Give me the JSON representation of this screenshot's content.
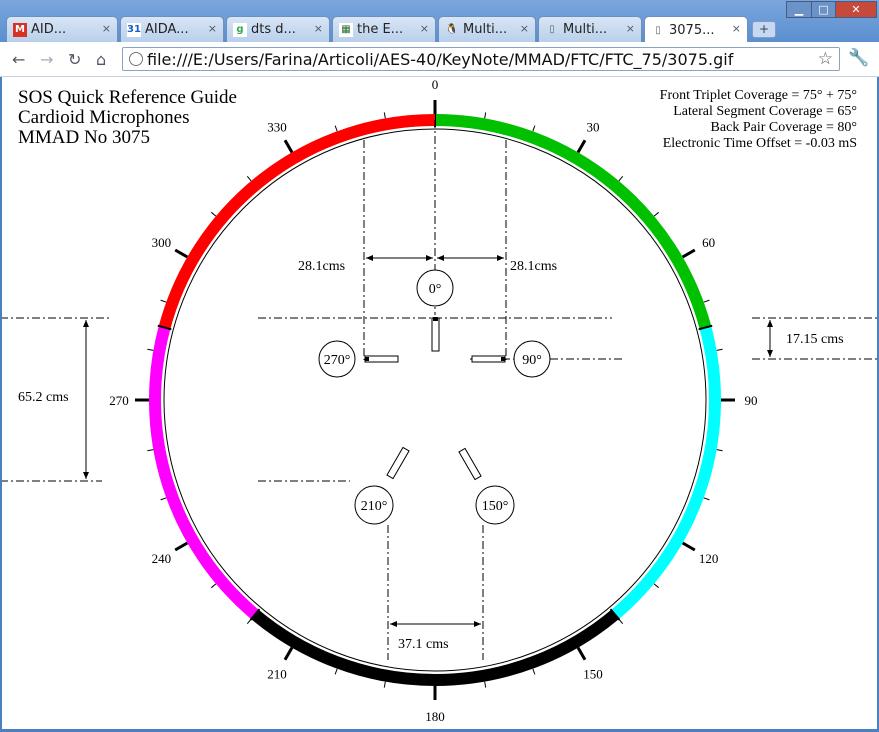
{
  "browser": {
    "tabs": [
      {
        "label": "AID...",
        "icon": "gmail-icon",
        "active": false
      },
      {
        "label": "AIDA...",
        "icon": "calendar-icon",
        "active": false
      },
      {
        "label": "dts d...",
        "icon": "google-icon",
        "active": false
      },
      {
        "label": "the E...",
        "icon": "grid-icon",
        "active": false
      },
      {
        "label": "Multi...",
        "icon": "linux-icon",
        "active": false
      },
      {
        "label": "Multi...",
        "icon": "page-icon",
        "active": false
      },
      {
        "label": "3075...",
        "icon": "page-icon",
        "active": true
      }
    ],
    "newtab_label": "+",
    "close_glyph": "×",
    "url": "file:///E:/Users/Farina/Articoli/AES-40/KeyNote/MMAD/FTC/FTC_75/3075.gif",
    "window_buttons": {
      "minimize": "▁",
      "maximize": "□",
      "close": "✕"
    },
    "nav": {
      "back": "←",
      "forward": "→",
      "reload": "↻",
      "home": "⌂",
      "star": "☆",
      "wrench": "🔧"
    }
  },
  "guide": {
    "title_lines": [
      "SOS Quick Reference Guide",
      "Cardioid Microphones",
      "MMAD No 3075"
    ],
    "info_lines": [
      "Front Triplet Coverage = 75° + 75°",
      "Lateral Segment Coverage = 65°",
      "Back Pair Coverage = 80°",
      "Electronic Time Offset = -0.03 mS"
    ],
    "angle_labels": [
      "0",
      "30",
      "60",
      "90",
      "120",
      "150",
      "180",
      "210",
      "240",
      "270",
      "300",
      "330"
    ],
    "segments": [
      {
        "from": 0,
        "to": 75,
        "color": "#00c000"
      },
      {
        "from": 75,
        "to": 140,
        "color": "#00ffff"
      },
      {
        "from": 140,
        "to": 220,
        "color": "#000000"
      },
      {
        "from": 220,
        "to": 285,
        "color": "#ff00ff"
      },
      {
        "from": 285,
        "to": 360,
        "color": "#ff0000"
      }
    ],
    "mics": [
      {
        "label": "0°",
        "angle": 0
      },
      {
        "label": "90°",
        "angle": 90
      },
      {
        "label": "150°",
        "angle": 150
      },
      {
        "label": "210°",
        "angle": 210
      },
      {
        "label": "270°",
        "angle": 270
      }
    ],
    "dimensions": {
      "front_left": "28.1cms",
      "front_right": "28.1cms",
      "lateral": "17.15 cms",
      "depth": "65.2 cms",
      "back": "37.1 cms"
    }
  }
}
